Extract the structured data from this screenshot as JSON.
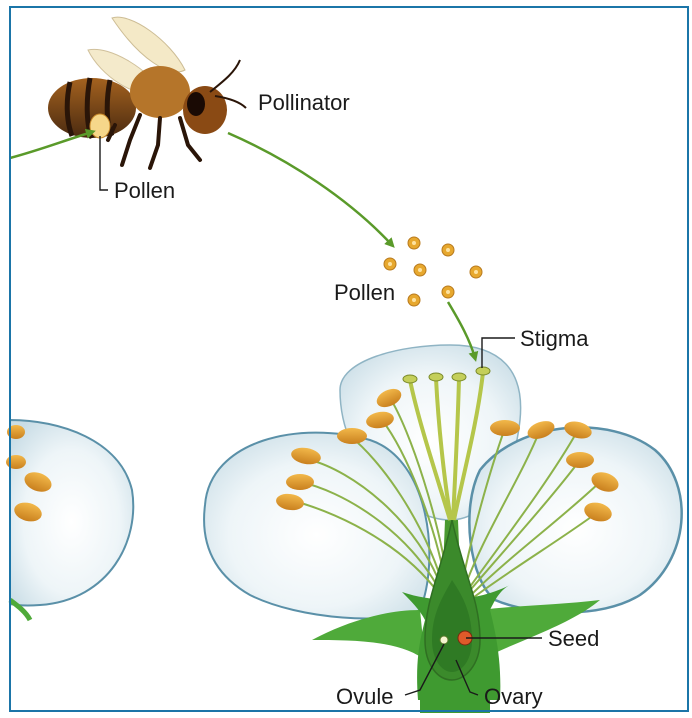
{
  "labels": {
    "pollinator": "Pollinator",
    "pollen_bee": "Pollen",
    "pollen_grains": "Pollen",
    "stigma": "Stigma",
    "seed": "Seed",
    "ovule": "Ovule",
    "ovary": "Ovary"
  },
  "colors": {
    "border": "#1b75a8",
    "arrow": "#5a9a2a",
    "pollen": "#e7a82e",
    "anther": "#e49a2a",
    "stem": "#4faa3a",
    "petal_edge": "#5a90a8",
    "filament": "#8cb24a"
  },
  "icons": [
    "bee-icon",
    "pollen-grain-icon",
    "flower-icon"
  ]
}
